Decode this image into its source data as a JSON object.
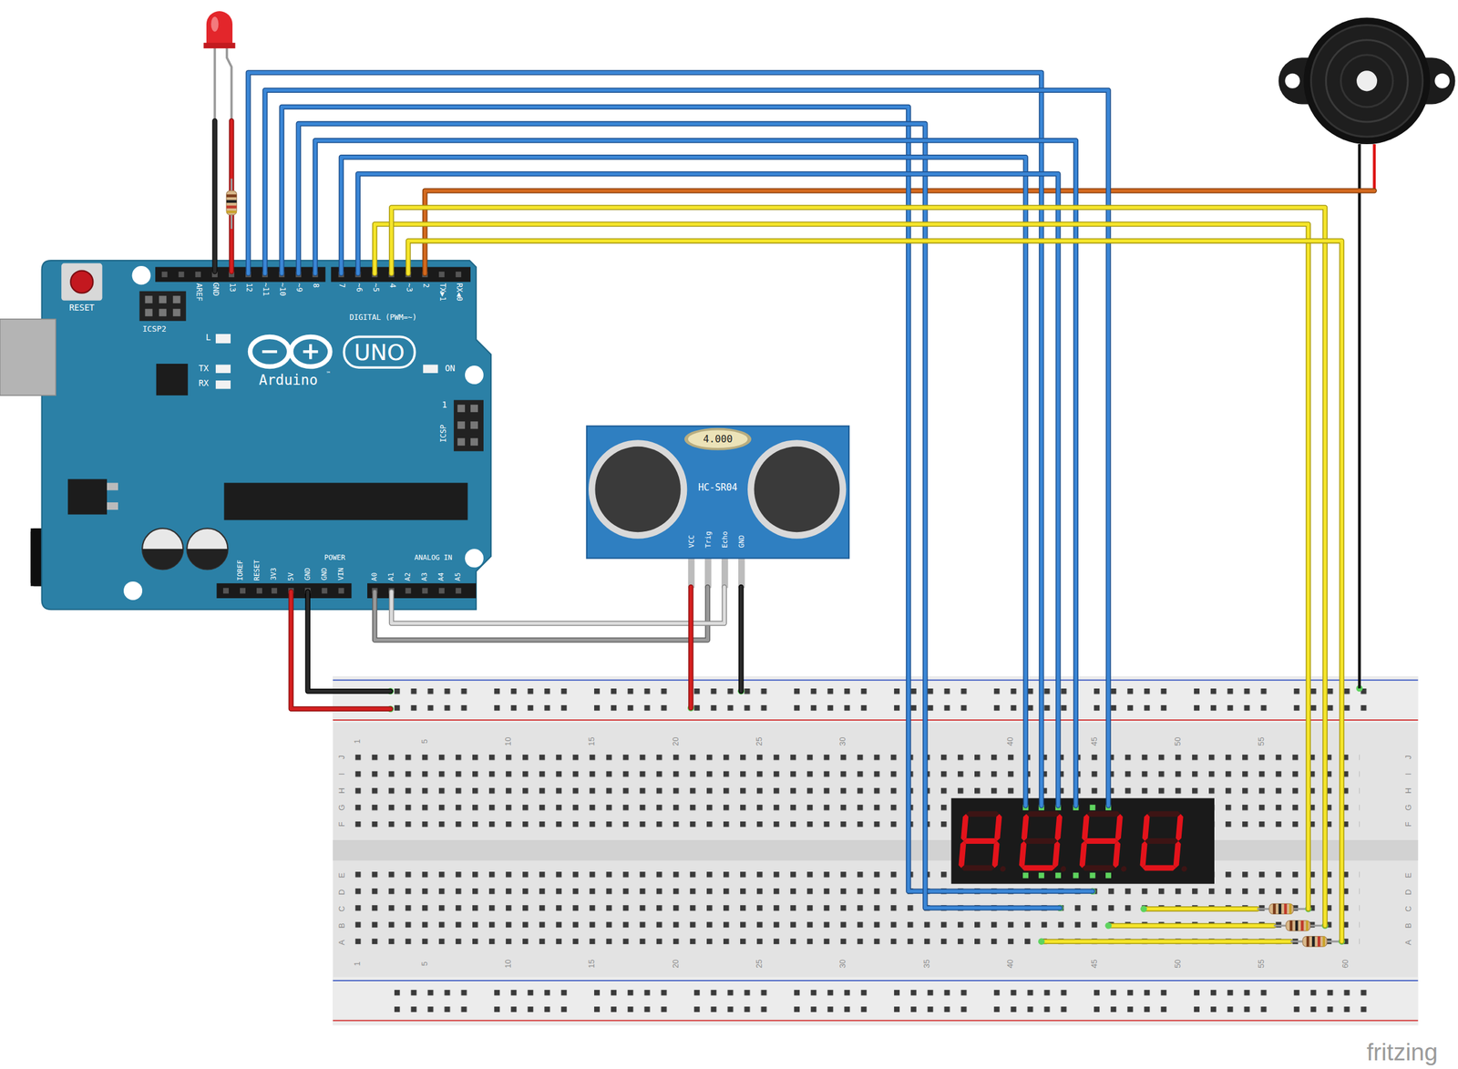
{
  "diagram": {
    "nodes": [
      {
        "text": [
          "RESET",
          "ICSP2",
          "AREF",
          "GND",
          "13",
          "12",
          "~11",
          "~10",
          "~9",
          "8",
          "7",
          "~6",
          "~5",
          "4",
          "~3",
          "2",
          "TX▶1",
          "RX◀0",
          "DIGITAL (PWM=~)",
          "L",
          "UNO",
          "Arduino",
          "™",
          "TX",
          "RX",
          "ON",
          "1",
          "ICSP",
          "IOREF",
          "RESET",
          "3V3",
          "5V",
          "GND",
          "GND",
          "VIN",
          "POWER",
          "ANALOG IN",
          "A0",
          "A1",
          "A2",
          "A3",
          "A4",
          "A5"
        ]
      },
      {
        "text": [
          "4.000",
          "HC-SR04",
          "VCC",
          "Trig",
          "Echo",
          "GND"
        ]
      },
      {
        "text": [
          "1",
          "5",
          "10",
          "15",
          "20",
          "25",
          "30",
          "40",
          "45",
          "50",
          "55",
          "1",
          "5",
          "10",
          "15",
          "20",
          "25",
          "30",
          "35",
          "40",
          "45",
          "50",
          "55",
          "60",
          "J",
          "I",
          "H",
          "G",
          "F",
          "E",
          "D",
          "C",
          "B",
          "A",
          "J",
          "I",
          "H",
          "G",
          "F",
          "E",
          "D",
          "C",
          "B",
          "A"
        ]
      }
    ],
    "edges": [
      {
        "from": 0,
        "to": 2,
        "arrow": "none"
      },
      {
        "from": 0,
        "to": 2,
        "arrow": "none"
      },
      {
        "from": 0,
        "to": 2,
        "arrow": "none"
      },
      {
        "from": 0,
        "to": 2,
        "arrow": "none"
      },
      {
        "from": 0,
        "to": 2,
        "arrow": "none"
      },
      {
        "from": 0,
        "to": 2,
        "arrow": "none"
      },
      {
        "from": 0,
        "to": 2,
        "arrow": "none"
      },
      {
        "from": 0,
        "to": 2,
        "arrow": "none"
      },
      {
        "from": 0,
        "to": 2,
        "arrow": "none"
      },
      {
        "from": 0,
        "to": 2,
        "arrow": "none"
      },
      {
        "from": 0,
        "to": 2,
        "arrow": "none"
      },
      {
        "from": 0,
        "to": 2,
        "arrow": "none"
      },
      {
        "from": 0,
        "to": 1,
        "arrow": "none"
      },
      {
        "from": 0,
        "to": 1,
        "arrow": "none"
      },
      {
        "from": 1,
        "to": 2,
        "arrow": "none"
      },
      {
        "from": 1,
        "to": 2,
        "arrow": "none"
      }
    ],
    "labels": [
      "fritzing"
    ]
  }
}
